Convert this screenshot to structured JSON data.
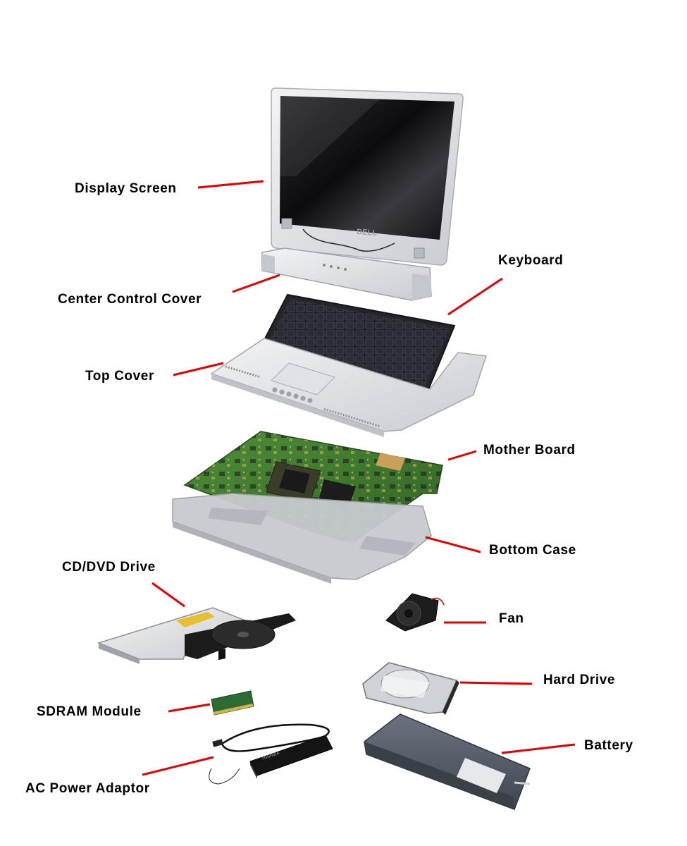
{
  "labels": {
    "display_screen": "Display Screen",
    "center_control_cover": "Center Control Cover",
    "keyboard": "Keyboard",
    "top_cover": "Top Cover",
    "mother_board": "Mother Board",
    "bottom_case": "Bottom Case",
    "cd_dvd_drive": "CD/DVD Drive",
    "fan": "Fan",
    "hard_drive": "Hard Drive",
    "sdram_module": "SDRAM Module",
    "battery": "Battery",
    "ac_power_adaptor": "AC Power Adaptor"
  },
  "brand_marks": {
    "display_logo": "DELL",
    "adaptor_brand": "TOSHIBA"
  },
  "colors": {
    "leader_line": "#e00000",
    "label_text": "#000000",
    "pcb_green": "#3d7a2c",
    "chassis_silver": "#d8dbe0",
    "battery_gray": "#4f5762"
  }
}
